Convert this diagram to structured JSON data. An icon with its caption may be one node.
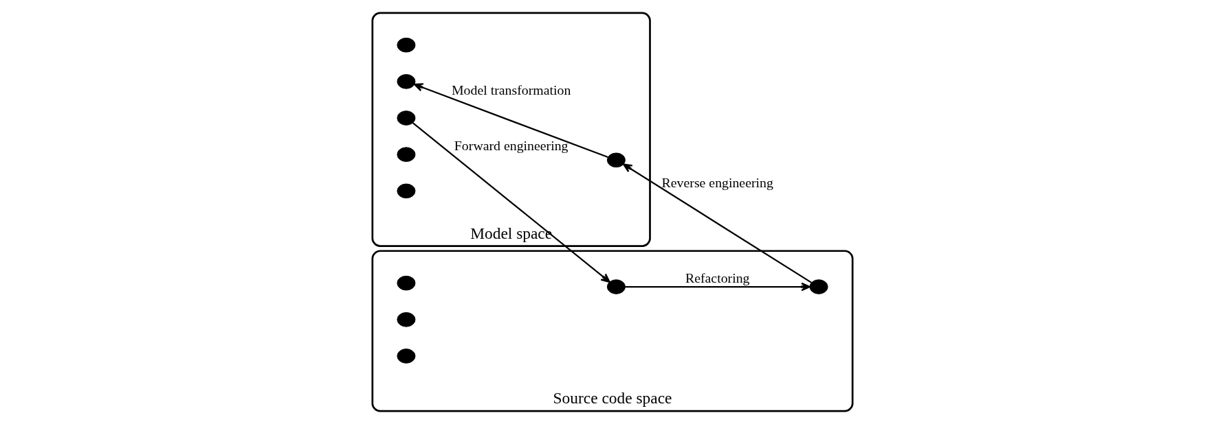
{
  "diagram": {
    "nodes": [
      {
        "text": [
          "Model space"
        ]
      },
      {
        "text": [],
        "shape": "circle",
        "in": 0
      },
      {
        "text": [],
        "shape": "circle",
        "in": 0
      },
      {
        "text": [],
        "shape": "circle",
        "in": 0
      },
      {
        "text": [],
        "shape": "circle",
        "in": 0
      },
      {
        "text": [],
        "shape": "circle",
        "in": 0
      },
      {
        "text": [],
        "shape": "circle",
        "in": 0
      },
      {
        "text": [
          "Source code space"
        ]
      },
      {
        "text": [],
        "shape": "circle",
        "in": 7
      },
      {
        "text": [],
        "shape": "circle",
        "in": 7
      },
      {
        "text": [],
        "shape": "circle",
        "in": 7
      },
      {
        "text": [],
        "shape": "circle",
        "in": 7
      },
      {
        "text": [],
        "shape": "circle",
        "in": 7
      }
    ],
    "edges": [
      {
        "from": 2,
        "to": 8,
        "arrow": "to",
        "label": "Forward engineering"
      },
      {
        "from": 8,
        "to": 11,
        "arrow": "to",
        "label": "Refactoring"
      },
      {
        "from": 11,
        "to": 6,
        "arrow": "to",
        "label": "Reverse engineering"
      },
      {
        "from": 6,
        "to": 3,
        "arrow": "to",
        "label": "Model transformation"
      }
    ]
  }
}
